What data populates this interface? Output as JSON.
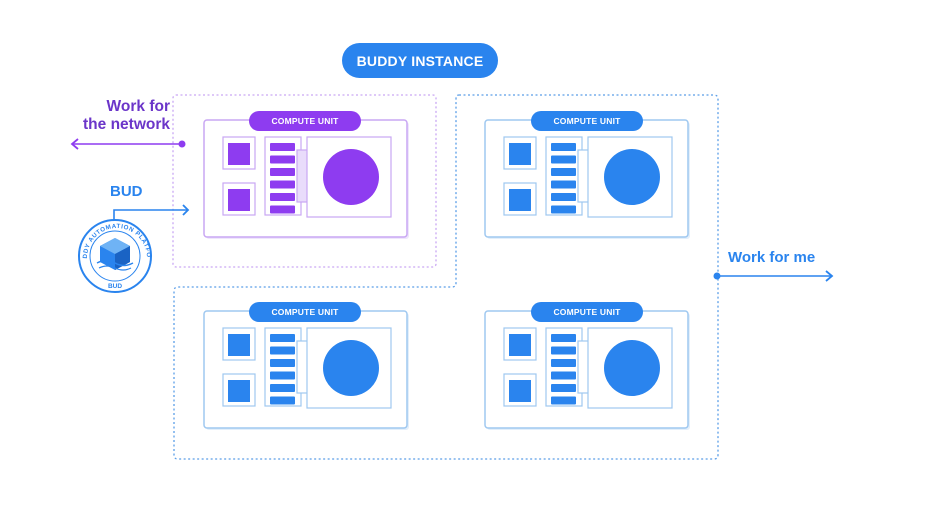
{
  "instance": {
    "title": "BUDDY INSTANCE"
  },
  "units": [
    {
      "label": "COMPUTE UNIT",
      "variant": "network"
    },
    {
      "label": "COMPUTE UNIT",
      "variant": "personal"
    },
    {
      "label": "COMPUTE UNIT",
      "variant": "personal"
    },
    {
      "label": "COMPUTE UNIT",
      "variant": "personal"
    }
  ],
  "labels": {
    "network_line1": "Work for",
    "network_line2": "the network",
    "bud": "BUD",
    "personal": "Work for me"
  },
  "badge": {
    "ring_text": "BUDDY AUTOMATION PLATFORM",
    "bottom_text": "BUD",
    "icon": "cube-logo-icon"
  },
  "icons": {
    "left_arrow": "arrow-left-icon",
    "right_arrow": "arrow-right-icon"
  },
  "colors": {
    "blue": "#2a84ee",
    "blue_light": "#9fc8f0",
    "purple": "#8e3cf0",
    "purple_dark": "#6b35c9",
    "purple_light": "#c9a7f3"
  }
}
